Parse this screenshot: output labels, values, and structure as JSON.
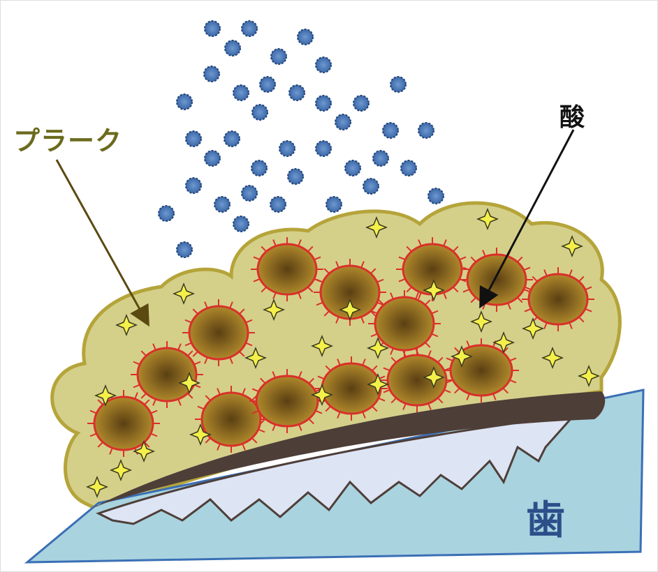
{
  "labels": {
    "plaque": "プラーク",
    "acid": "酸",
    "tooth": "歯"
  },
  "colors": {
    "plaque_fill": "#d4d08a",
    "plaque_stroke": "#b5a43a",
    "bacteria_fill": "#8a6a1e",
    "bacteria_stroke": "#d9302a",
    "sugar_dot": "#4a78b8",
    "tooth_fill": "#a9d3df",
    "tooth_stroke": "#3a6fb5",
    "stain": "#4e3e38",
    "enamel": "#dde4f4",
    "acid_star": "#f4f04a"
  }
}
